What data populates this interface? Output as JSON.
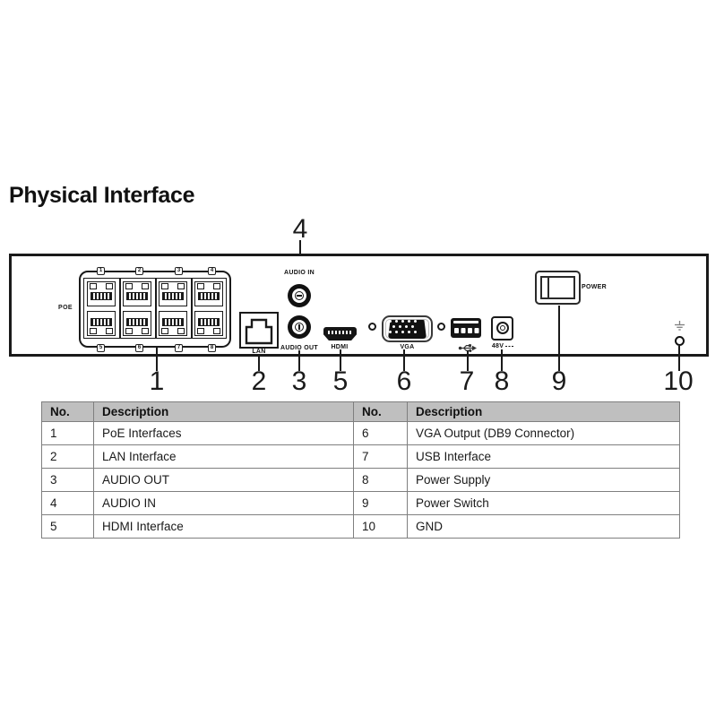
{
  "title": "Physical Interface",
  "device": {
    "poe_label": "POE",
    "port_numbers_top": [
      "1",
      "2",
      "3",
      "4"
    ],
    "port_numbers_bottom": [
      "5",
      "6",
      "7",
      "8"
    ],
    "lan_label": "LAN",
    "audio_in_label": "AUDIO IN",
    "audio_out_label": "AUDIO OUT",
    "hdmi_label": "HDMI",
    "vga_label": "VGA",
    "power_jack_label": "48V",
    "power_switch_label": "POWER"
  },
  "callouts": {
    "top": [
      {
        "label": "4"
      }
    ],
    "bottom": [
      {
        "label": "1"
      },
      {
        "label": "2"
      },
      {
        "label": "3"
      },
      {
        "label": "5"
      },
      {
        "label": "6"
      },
      {
        "label": "7"
      },
      {
        "label": "8"
      },
      {
        "label": "9"
      },
      {
        "label": "10"
      }
    ]
  },
  "table": {
    "headers": [
      "No.",
      "Description",
      "No.",
      "Description"
    ],
    "rows": [
      [
        "1",
        "PoE Interfaces",
        "6",
        "VGA Output (DB9 Connector)"
      ],
      [
        "2",
        "LAN Interface",
        "7",
        "USB Interface"
      ],
      [
        "3",
        "AUDIO OUT",
        "8",
        "Power Supply"
      ],
      [
        "4",
        "AUDIO IN",
        "9",
        "Power Switch"
      ],
      [
        "5",
        "HDMI Interface",
        "10",
        "GND"
      ]
    ]
  },
  "colors": {
    "line": "#1a1a1a",
    "table_header_bg": "#bfbfbf",
    "table_border": "#7f7f7f",
    "gnd_symbol": "#7f7f7f"
  }
}
